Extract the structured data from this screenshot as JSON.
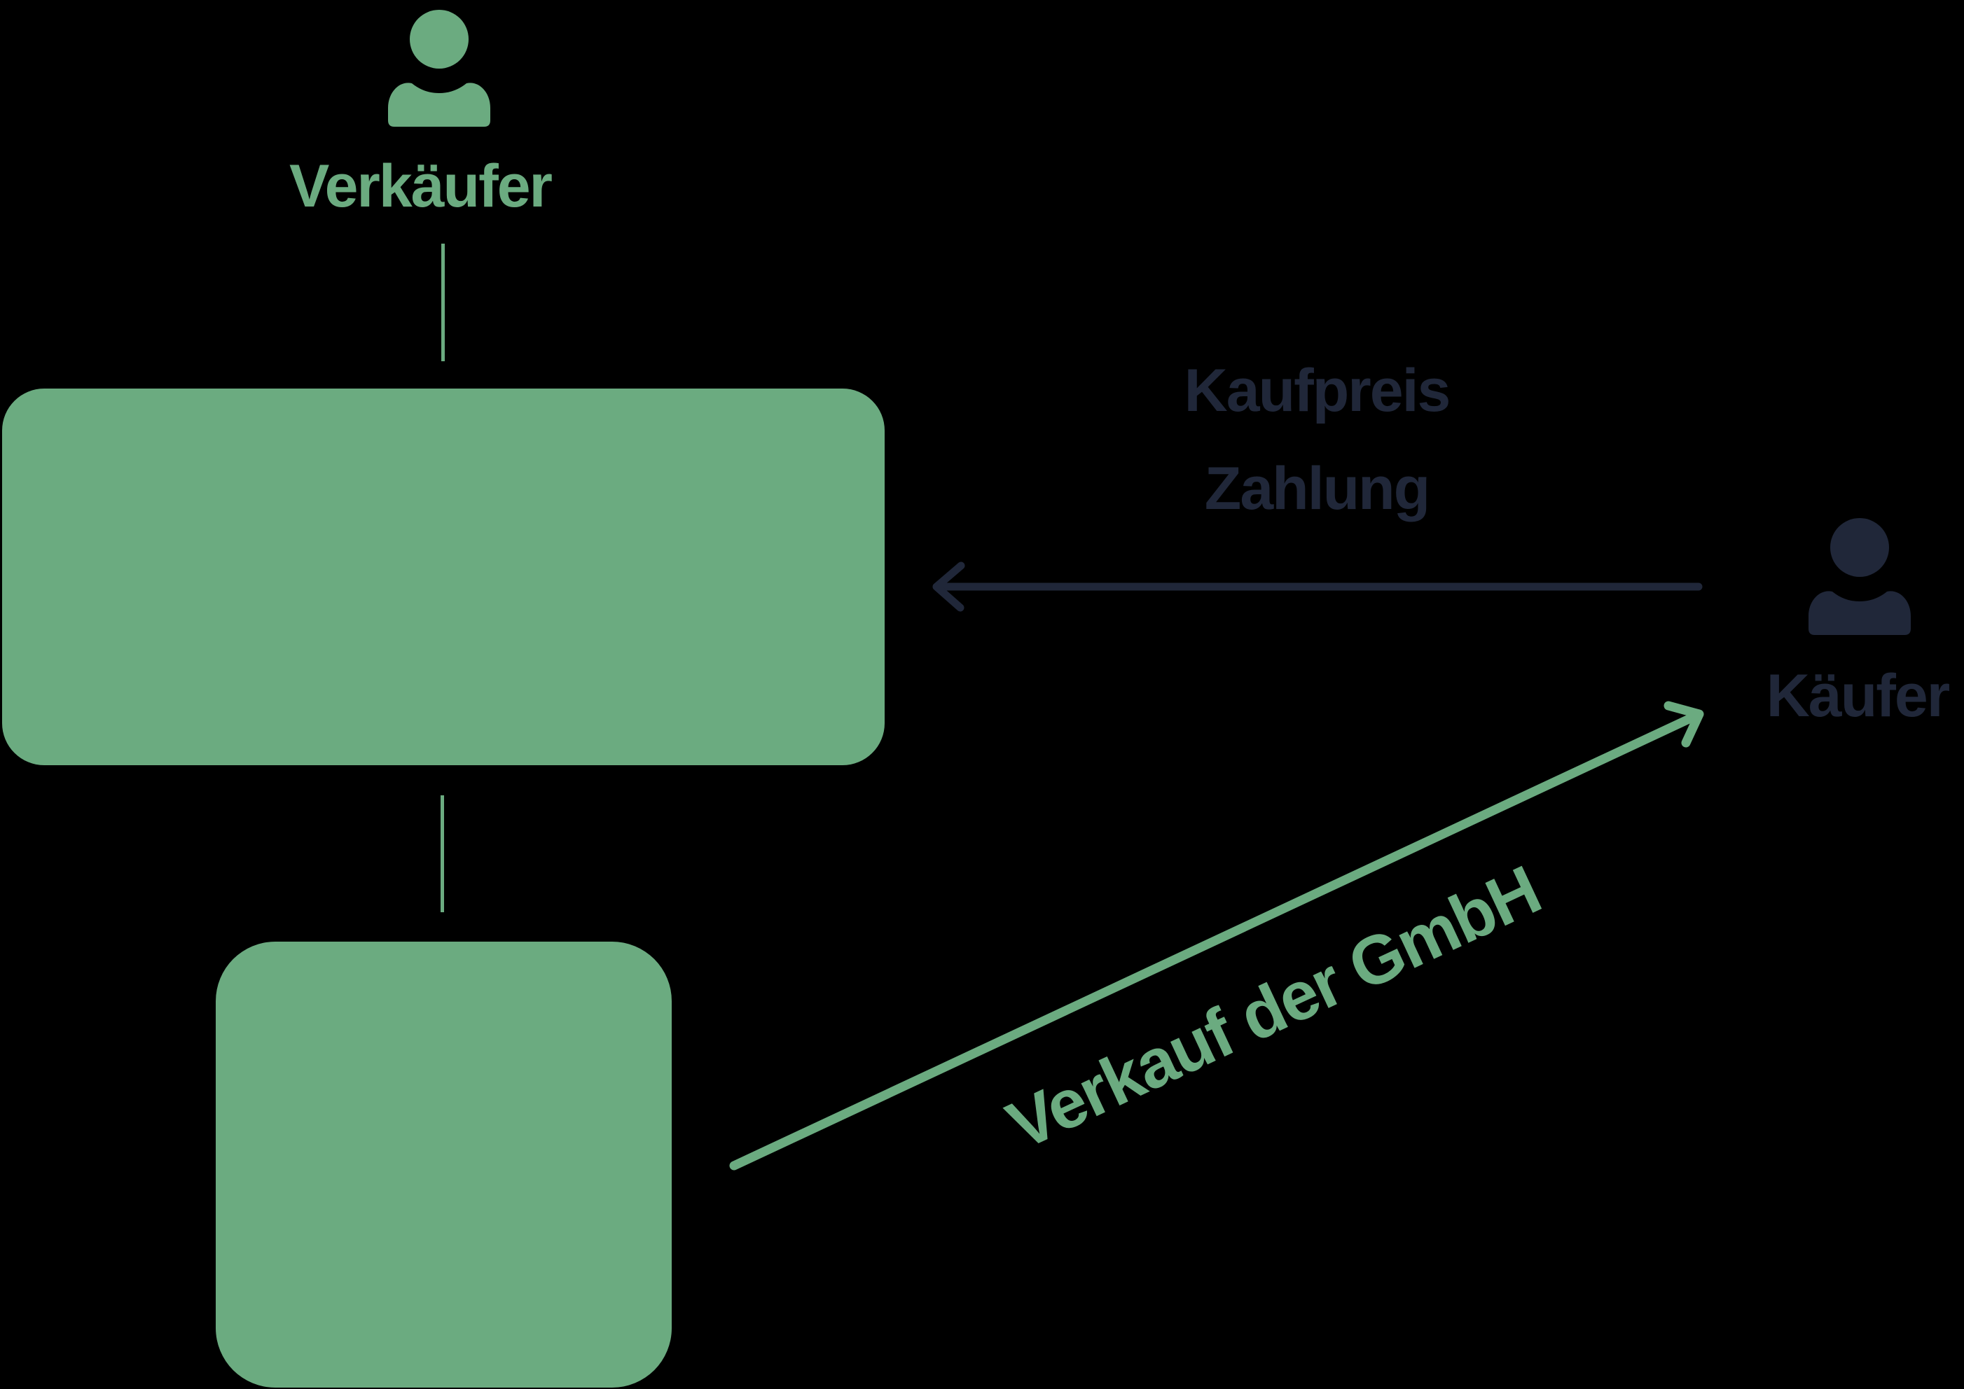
{
  "diagram": {
    "background": "#000000",
    "colors": {
      "green": "#6BAB80",
      "navy": "#202739"
    },
    "seller": {
      "label": "Verkäufer",
      "icon": "person-icon"
    },
    "buyer": {
      "label": "Käufer",
      "icon": "person-icon"
    },
    "boxes": {
      "company": "",
      "subsidiary": ""
    },
    "arrows": {
      "payment": {
        "label_lines": [
          "Kaufpreis",
          "Zahlung"
        ],
        "direction": "buyer-to-company"
      },
      "sale": {
        "label": "Verkauf der GmbH",
        "direction": "subsidiary-to-buyer"
      }
    }
  }
}
